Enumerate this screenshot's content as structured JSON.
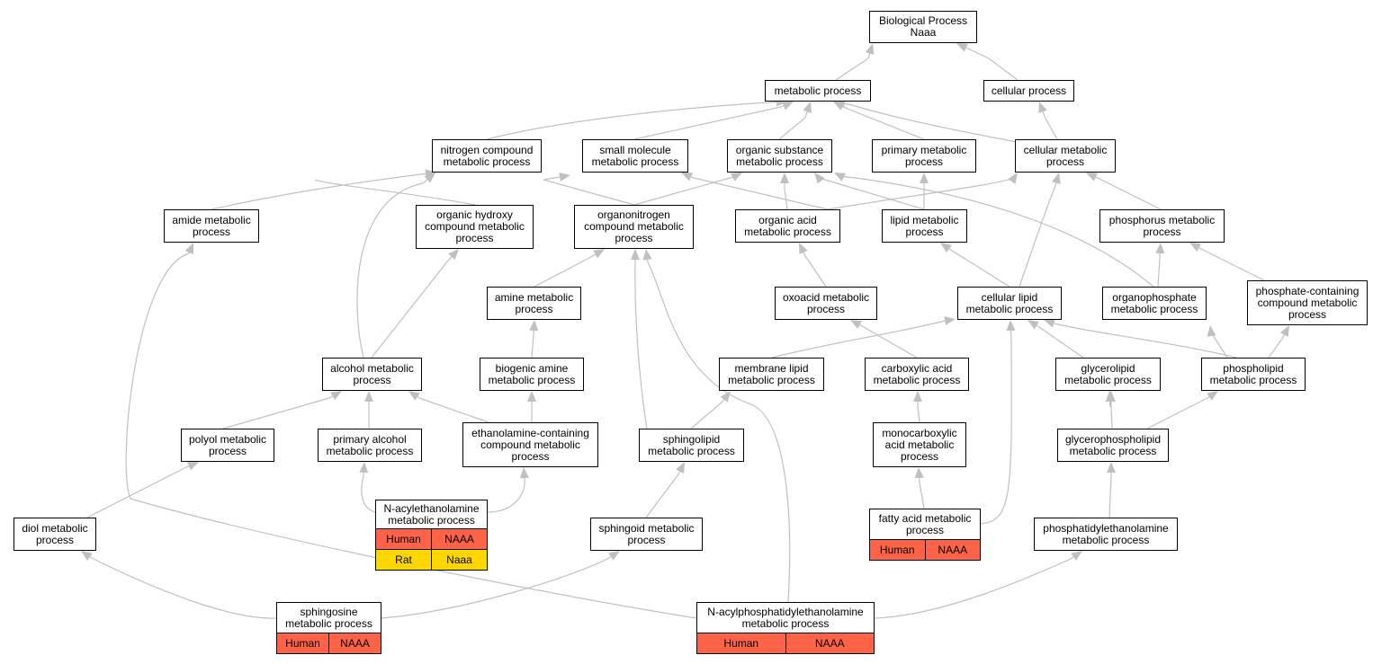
{
  "colors": {
    "edge": "#c0c0c0",
    "human_cell": "#ff6347",
    "rat_cell": "#ffd700",
    "node_border": "#000000"
  },
  "nodes": {
    "root": [
      "Biological Process",
      "Naaa"
    ],
    "metabolic": [
      "metabolic process"
    ],
    "cellular": [
      "cellular process"
    ],
    "nitrogen": [
      "nitrogen compound",
      "metabolic process"
    ],
    "smallmol": [
      "small molecule",
      "metabolic process"
    ],
    "orgsub": [
      "organic substance",
      "metabolic process"
    ],
    "primary": [
      "primary metabolic",
      "process"
    ],
    "cellmet": [
      "cellular metabolic",
      "process"
    ],
    "amide": [
      "amide metabolic",
      "process"
    ],
    "orghyd": [
      "organic hydroxy",
      "compound metabolic",
      "process"
    ],
    "organonit": [
      "organonitrogen",
      "compound metabolic",
      "process"
    ],
    "orgacid": [
      "organic acid",
      "metabolic process"
    ],
    "lipid": [
      "lipid metabolic",
      "process"
    ],
    "phosphorus": [
      "phosphorus metabolic",
      "process"
    ],
    "amine": [
      "amine metabolic",
      "process"
    ],
    "oxoacid": [
      "oxoacid metabolic",
      "process"
    ],
    "celllipid": [
      "cellular lipid",
      "metabolic process"
    ],
    "organophos": [
      "organophosphate",
      "metabolic process"
    ],
    "phoscont": [
      "phosphate-containing",
      "compound metabolic",
      "process"
    ],
    "alcohol": [
      "alcohol metabolic",
      "process"
    ],
    "biogenic": [
      "biogenic amine",
      "metabolic process"
    ],
    "membrane": [
      "membrane lipid",
      "metabolic process"
    ],
    "carboxylic": [
      "carboxylic acid",
      "metabolic process"
    ],
    "glycerolipid": [
      "glycerolipid",
      "metabolic process"
    ],
    "phospholipid": [
      "phospholipid",
      "metabolic process"
    ],
    "polyol": [
      "polyol metabolic",
      "process"
    ],
    "primalc": [
      "primary alcohol",
      "metabolic process"
    ],
    "ethanol": [
      "ethanolamine-containing",
      "compound metabolic",
      "process"
    ],
    "sphingolipid": [
      "sphingolipid",
      "metabolic process"
    ],
    "monocarb": [
      "monocarboxylic",
      "acid metabolic",
      "process"
    ],
    "glyphos": [
      "glycerophospholipid",
      "metabolic process"
    ],
    "nacyleth": [
      "N-acylethanolamine",
      "metabolic process"
    ],
    "diol": [
      "diol metabolic",
      "process"
    ],
    "sphingoid": [
      "sphingoid metabolic",
      "process"
    ],
    "fattyacid": [
      "fatty acid metabolic",
      "process"
    ],
    "phosethanol": [
      "phosphatidylethanolamine",
      "metabolic process"
    ],
    "sphingosine": [
      "sphingosine",
      "metabolic process"
    ],
    "napeth": [
      "N-acylphosphatidylethanolamine",
      "metabolic process"
    ]
  },
  "annotations": {
    "nacyleth": [
      {
        "species": "Human",
        "gene": "NAAA",
        "color": "#ff6347"
      },
      {
        "species": "Rat",
        "gene": "Naaa",
        "color": "#ffd700"
      }
    ],
    "fattyacid": [
      {
        "species": "Human",
        "gene": "NAAA",
        "color": "#ff6347"
      }
    ],
    "sphingosine": [
      {
        "species": "Human",
        "gene": "NAAA",
        "color": "#ff6347"
      }
    ],
    "napeth": [
      {
        "species": "Human",
        "gene": "NAAA",
        "color": "#ff6347"
      }
    ]
  }
}
